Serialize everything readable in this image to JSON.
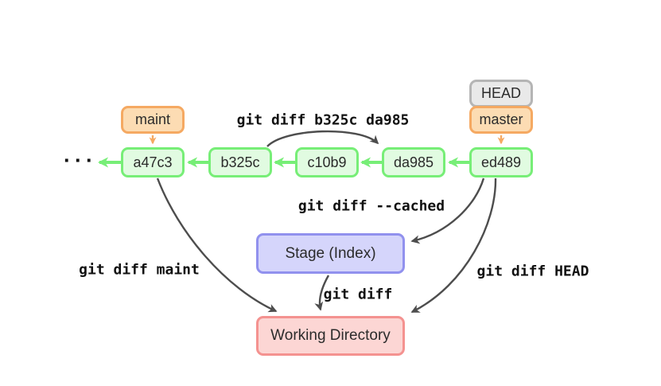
{
  "ellipsis": "···",
  "commits": [
    "a47c3",
    "b325c",
    "c10b9",
    "da985",
    "ed489"
  ],
  "labels": {
    "maint": "maint",
    "head": "HEAD",
    "master": "master",
    "stage": "Stage (Index)",
    "working": "Working Directory"
  },
  "commands": {
    "diff_range": "git diff b325c da985",
    "diff_cached": "git diff --cached",
    "diff_maint": "git diff maint",
    "diff_head": "git diff HEAD",
    "diff_plain": "git diff"
  },
  "colors": {
    "green_fill": "#e1fbe1",
    "green_border": "#77ee77",
    "orange_fill": "#fcdcb3",
    "orange_border": "#f5a962",
    "gray_fill": "#e9e9e9",
    "gray_border": "#b5b5b5",
    "purple_fill": "#d5d5fb",
    "purple_border": "#9191ee",
    "pink_fill": "#fcd6d4",
    "pink_border": "#f49290",
    "arrow": "#4d4d4d"
  }
}
